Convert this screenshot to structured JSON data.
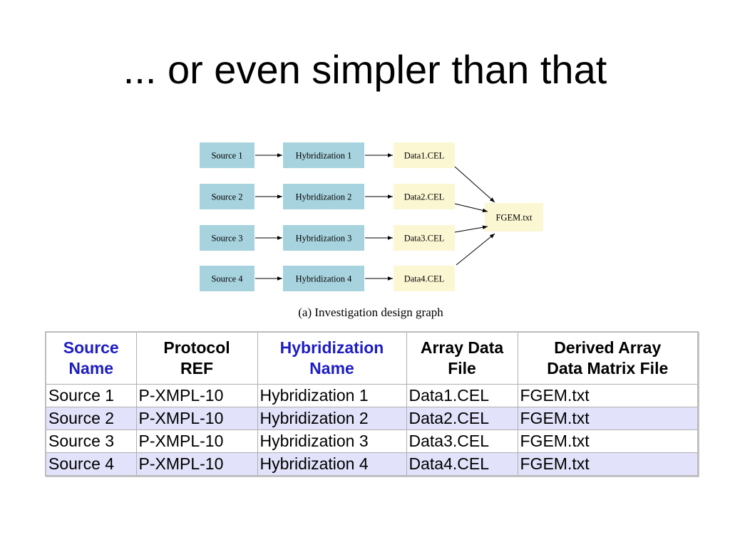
{
  "title": "... or even simpler than that",
  "diagram": {
    "sources": [
      "Source 1",
      "Source 2",
      "Source 3",
      "Source 4"
    ],
    "hybridizations": [
      "Hybridization 1",
      "Hybridization 2",
      "Hybridization 3",
      "Hybridization 4"
    ],
    "data_files": [
      "Data1.CEL",
      "Data2.CEL",
      "Data3.CEL",
      "Data4.CEL"
    ],
    "matrix_file": "FGEM.txt",
    "caption": "(a)  Investigation design graph",
    "colors": {
      "source_fill": "#a7d3de",
      "data_fill": "#fbf7d3"
    }
  },
  "table": {
    "headers": [
      {
        "line1": "Source",
        "line2": "Name",
        "highlight": true
      },
      {
        "line1": "Protocol",
        "line2": "REF",
        "highlight": false
      },
      {
        "line1": "Hybridization",
        "line2": "Name",
        "highlight": true
      },
      {
        "line1": "Array Data",
        "line2": "File",
        "highlight": false
      },
      {
        "line1": "Derived Array",
        "line2": "Data Matrix File",
        "highlight": false
      }
    ],
    "rows": [
      [
        "Source 1",
        "P-XMPL-10",
        "Hybridization 1",
        "Data1.CEL",
        "FGEM.txt"
      ],
      [
        "Source 2",
        "P-XMPL-10",
        "Hybridization 2",
        "Data2.CEL",
        "FGEM.txt"
      ],
      [
        "Source 3",
        "P-XMPL-10",
        "Hybridization 3",
        "Data3.CEL",
        "FGEM.txt"
      ],
      [
        "Source 4",
        "P-XMPL-10",
        "Hybridization 4",
        "Data4.CEL",
        "FGEM.txt"
      ]
    ],
    "colors": {
      "header_highlight": "#1d1dc4",
      "alt_row": "#e2e3fb"
    }
  }
}
